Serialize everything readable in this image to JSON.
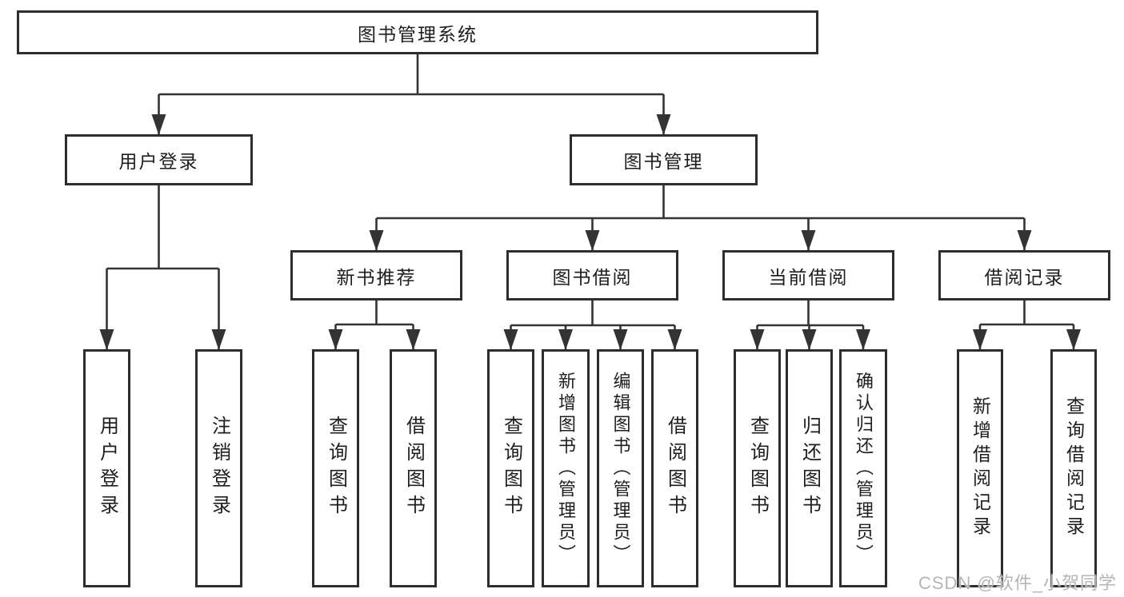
{
  "diagram": {
    "title": "图书管理系统",
    "branches": [
      {
        "label": "用户登录",
        "children": [
          {
            "label": "用户登录"
          },
          {
            "label": "注销登录"
          }
        ]
      },
      {
        "label": "图书管理",
        "children": [
          {
            "label": "新书推荐",
            "children": [
              {
                "label": "查询图书"
              },
              {
                "label": "借阅图书"
              }
            ]
          },
          {
            "label": "图书借阅",
            "children": [
              {
                "label": "查询图书"
              },
              {
                "label": "新增图书（管理员）"
              },
              {
                "label": "编辑图书（管理员）"
              },
              {
                "label": "借阅图书"
              }
            ]
          },
          {
            "label": "当前借阅",
            "children": [
              {
                "label": "查询图书"
              },
              {
                "label": "归还图书"
              },
              {
                "label": "确认归还（管理员）"
              }
            ]
          },
          {
            "label": "借阅记录",
            "children": [
              {
                "label": "新增借阅记录"
              },
              {
                "label": "查询借阅记录"
              }
            ]
          }
        ]
      }
    ]
  },
  "watermark": {
    "text": "CSDN @软件_小贺同学"
  },
  "colors": {
    "line": "#333333",
    "border": "#2d2d2d",
    "text": "#1e1e1e",
    "watermark": "#b5b5b5",
    "background": "#ffffff"
  }
}
